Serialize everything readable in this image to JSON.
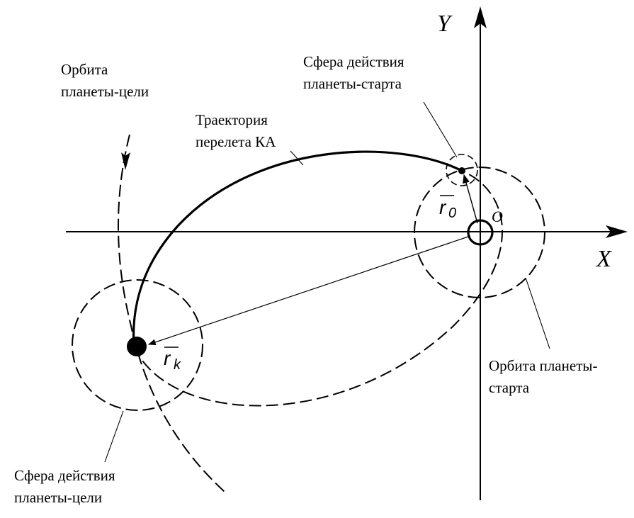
{
  "axes": {
    "x_label": "X",
    "y_label": "Y",
    "origin_label": "O"
  },
  "labels": {
    "target_orbit": [
      "Орбита",
      "планеты-цели"
    ],
    "start_sphere": [
      "Сфера действия",
      "планеты-старта"
    ],
    "transfer_trajectory": [
      "Траектория",
      "перелета КА"
    ],
    "start_orbit": [
      "Орбита планеты-",
      "старта"
    ],
    "target_sphere": [
      "Сфера действия",
      "планеты-цели"
    ]
  },
  "vectors": {
    "r0": {
      "letter": "r",
      "sub": "0"
    },
    "rk": {
      "letter": "r",
      "sub": "k"
    }
  }
}
